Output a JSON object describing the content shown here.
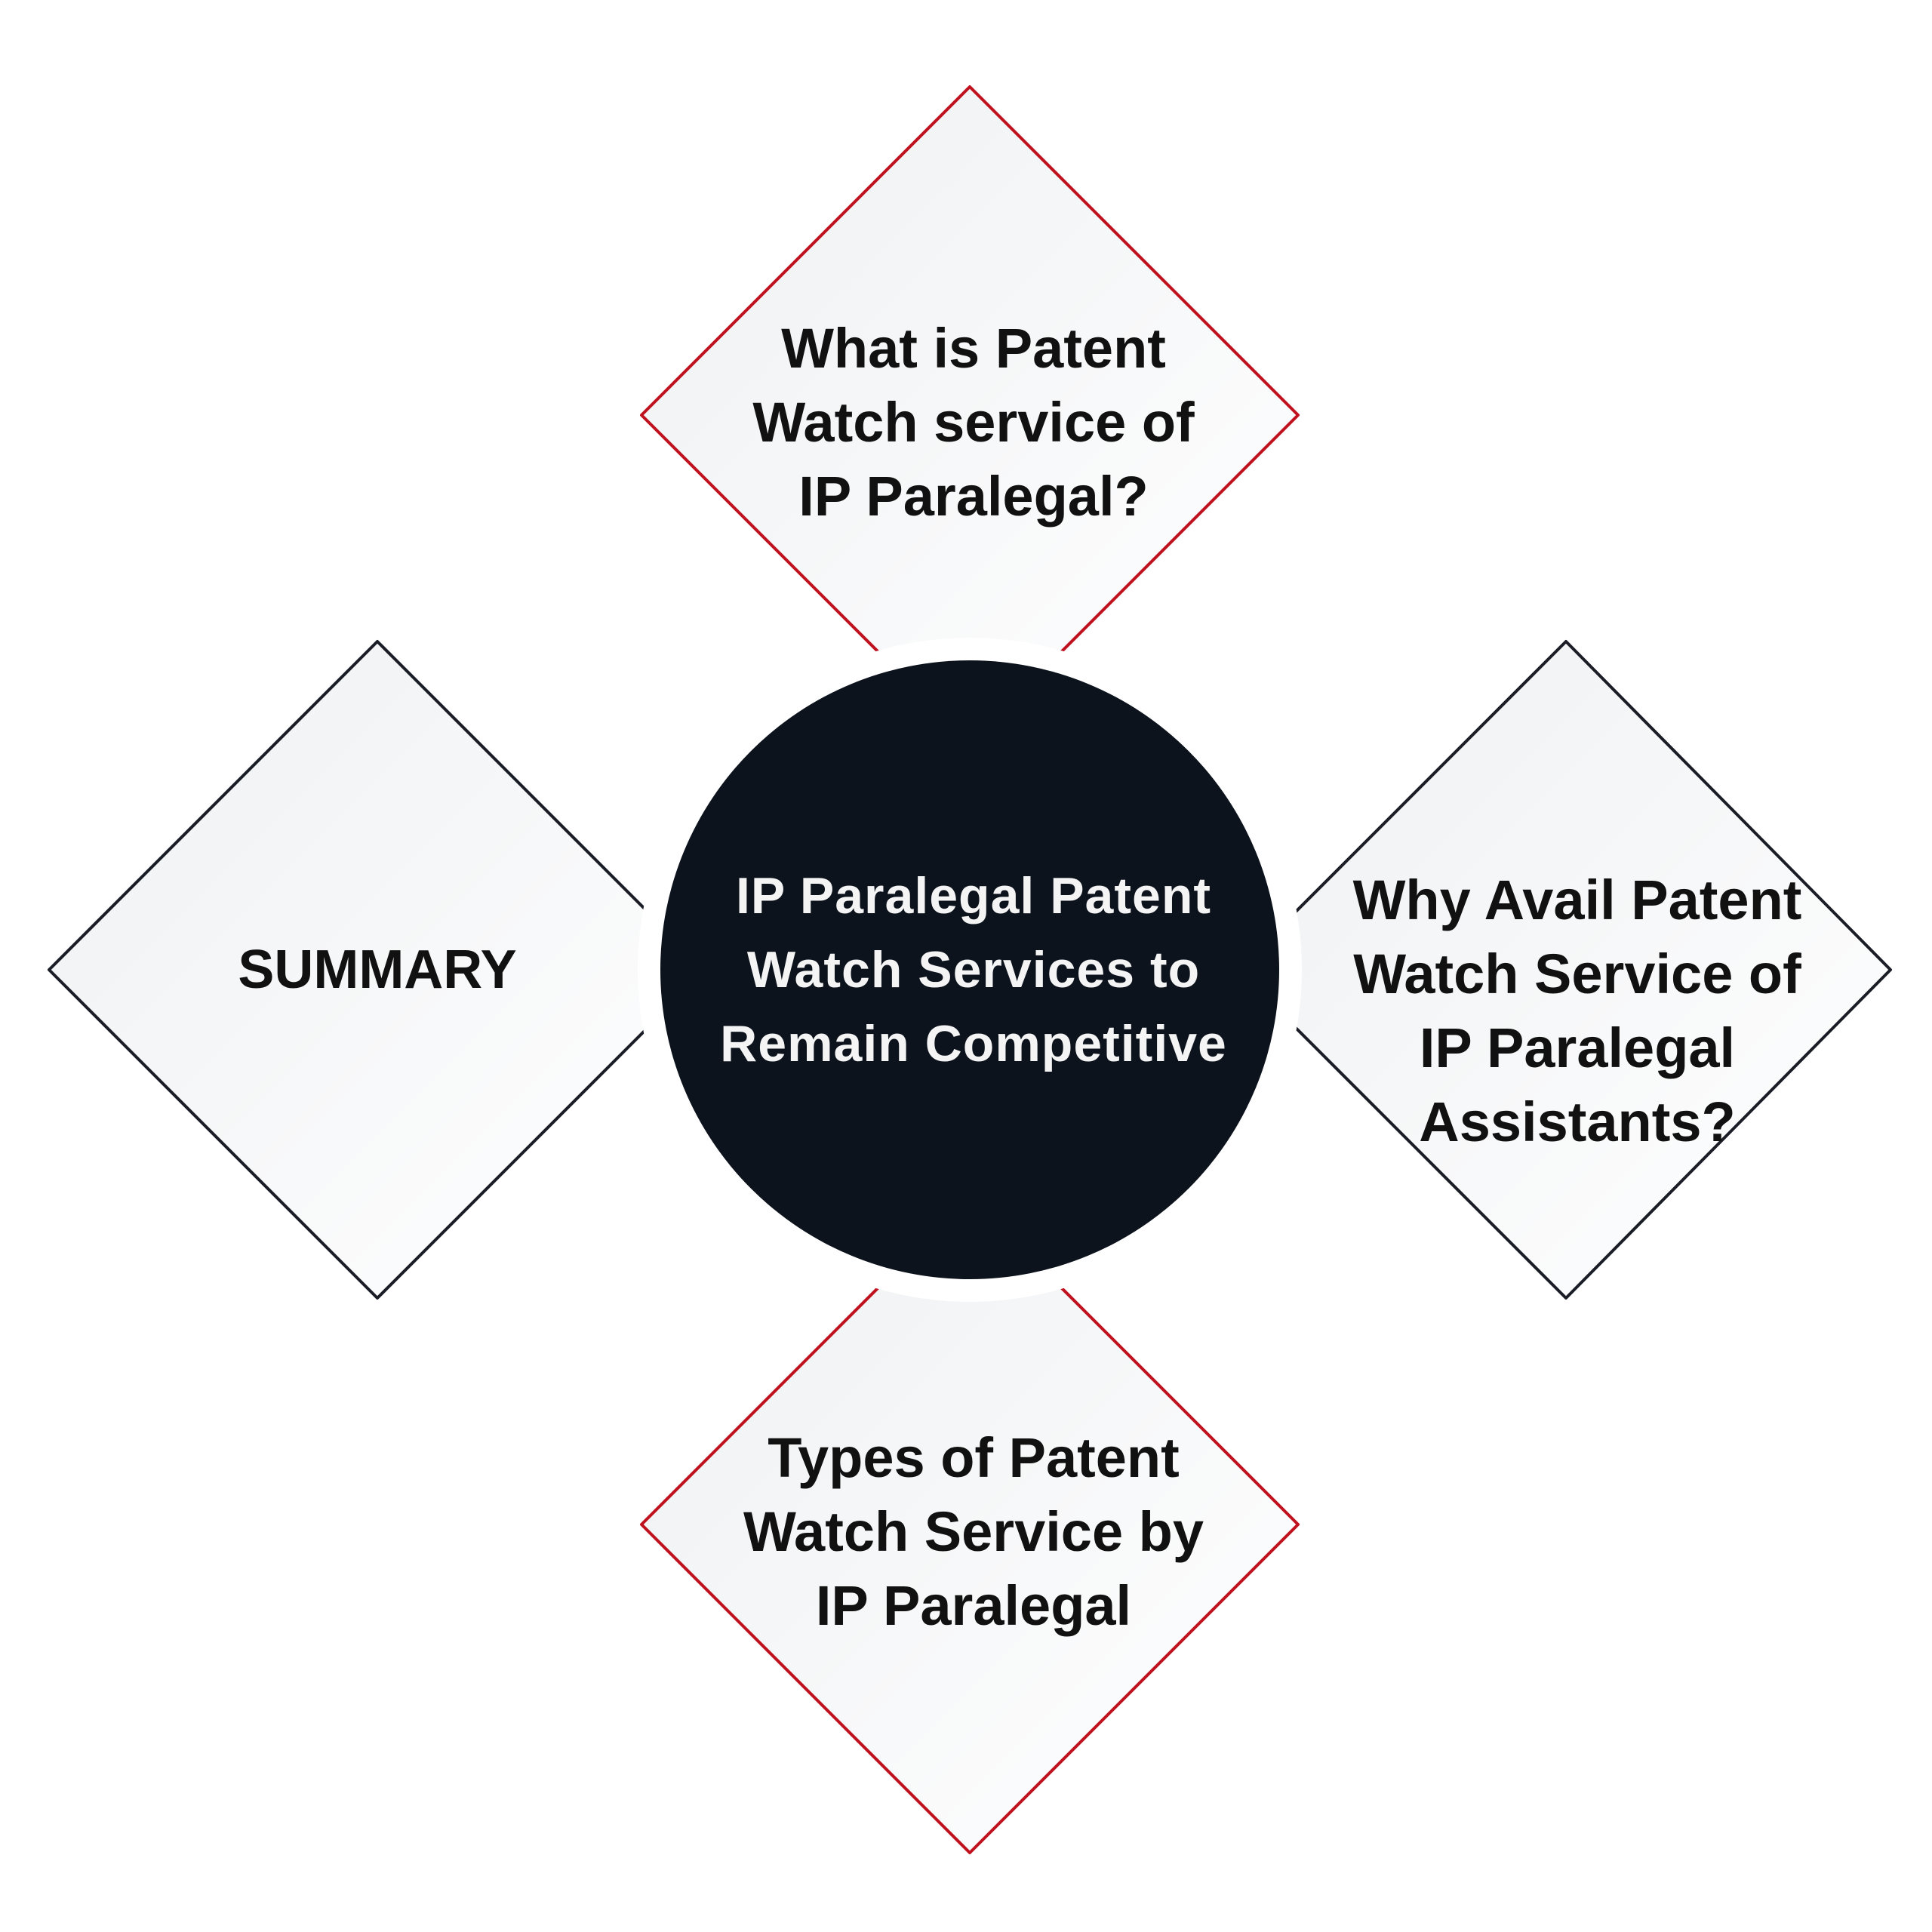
{
  "diagram": {
    "center": {
      "lines": [
        "IP Paralegal Patent",
        "Watch Services to",
        "Remain Competitive"
      ],
      "fill_color": "#0d131d",
      "text_color": "#f4f4f4"
    },
    "nodes": {
      "top": {
        "lines": [
          "What is Patent",
          "Watch service of",
          "IP Paralegal?"
        ],
        "border_color": "#c0121e"
      },
      "right": {
        "lines": [
          "Why Avail Patent",
          "Watch Service of",
          "IP Paralegal",
          "Assistants?"
        ],
        "border_color": "#1a1d26"
      },
      "bottom": {
        "lines": [
          "Types of Patent",
          "Watch Service by",
          "IP Paralegal"
        ],
        "border_color": "#c0121e"
      },
      "left": {
        "lines": [
          "SUMMARY"
        ],
        "border_color": "#1a1d26"
      }
    },
    "diamond_fill_gradient": [
      "#eef0f2",
      "#ffffff"
    ]
  }
}
